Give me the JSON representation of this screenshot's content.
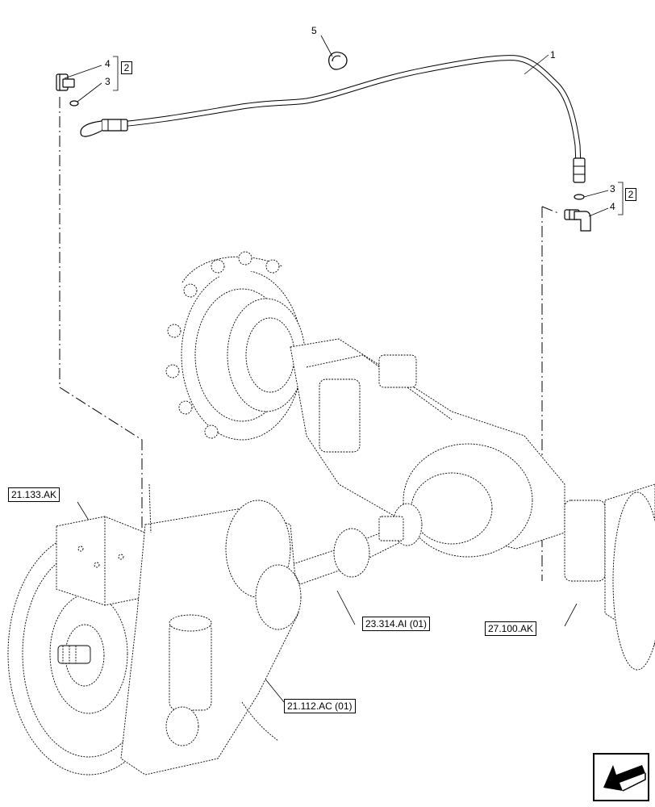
{
  "callouts": {
    "hose": "1",
    "clip": "5",
    "left_fitting": "4",
    "left_seal": "3",
    "right_seal": "3",
    "right_fitting": "4",
    "left_group": "2",
    "right_group": "2"
  },
  "references": {
    "transmission": "21.133.AK",
    "drive_shaft": "23.314.AI (01)",
    "axle": "27.100.AK",
    "transmission_housing": "21.112.AC (01)"
  },
  "icons": {
    "nav": "arrow-icon"
  }
}
